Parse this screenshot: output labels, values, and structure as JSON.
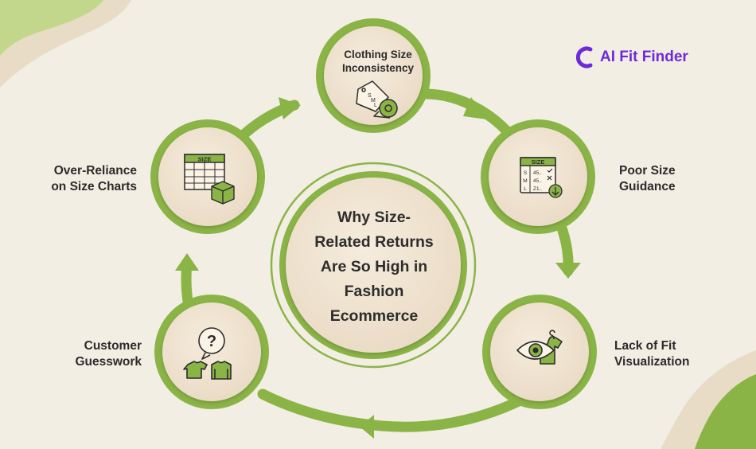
{
  "brand": {
    "name": "AI Fit Finder",
    "color": "#6c2bd9"
  },
  "center": {
    "title_lines": [
      "Why Size-",
      "Related Returns",
      "Are So High in",
      "Fashion",
      "Ecommerce"
    ]
  },
  "nodes": {
    "top": {
      "title_lines": [
        "Clothing Size",
        "Inconsistency"
      ],
      "icon": "size-tag-measuring-tape-icon"
    },
    "right_upper": {
      "label_lines": [
        "Poor Size",
        "Guidance"
      ],
      "icon": "size-table-download-icon",
      "icon_text": {
        "header": "SIZE",
        "sizes": [
          "S",
          "M",
          "L"
        ],
        "values": [
          "45..",
          "45..",
          "Z1.."
        ]
      }
    },
    "right_lower": {
      "label_lines": [
        "Lack of Fit",
        "Visualization"
      ],
      "icon": "eye-shirt-icon"
    },
    "left_lower": {
      "label_lines": [
        "Customer",
        "Guesswork"
      ],
      "icon": "question-shirts-icon"
    },
    "left_upper": {
      "label_lines": [
        "Over-Reliance",
        "on Size Charts"
      ],
      "icon": "size-chart-box-icon",
      "icon_text": {
        "header": "SIZE"
      }
    }
  },
  "colors": {
    "green": "#8bb447",
    "cream": "#efe2cf",
    "background": "#f2eee3",
    "accent_purple": "#6c2bd9"
  }
}
